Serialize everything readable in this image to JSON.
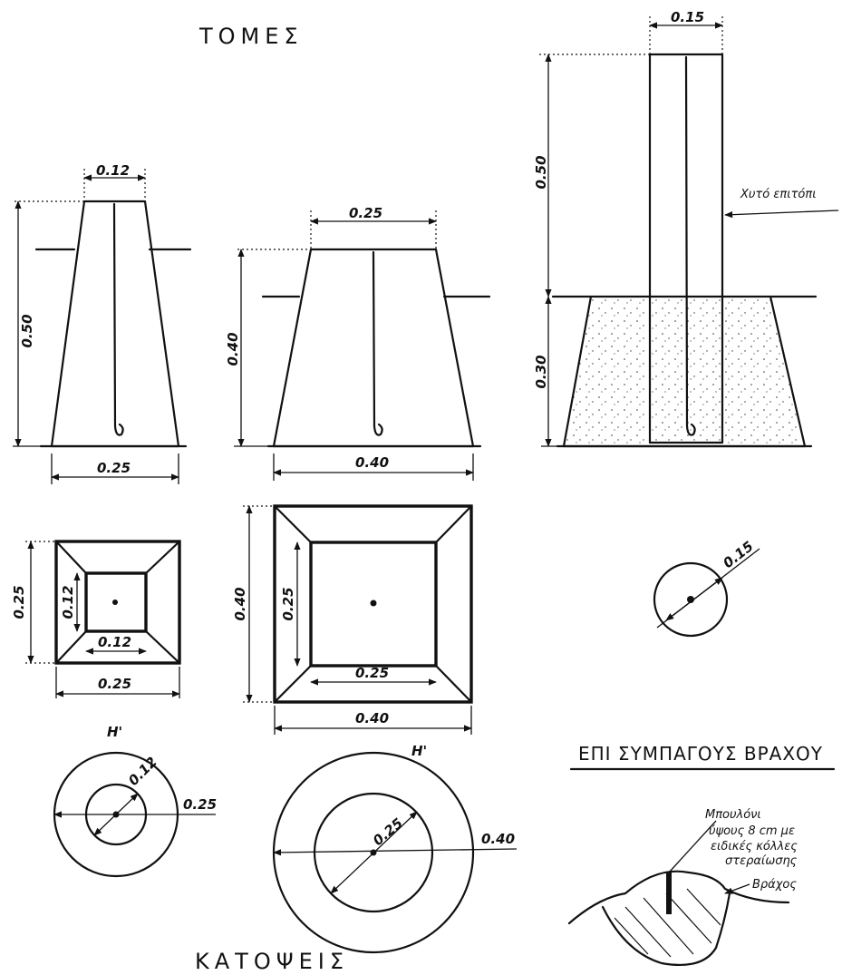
{
  "titles": {
    "sections": "ΤΟΜΕΣ",
    "plans": "ΚΑΤΟΨΕΙΣ",
    "rock": "ΕΠΙ ΣΥΜΠΑΓΟΥΣ ΒΡΑΧΟΥ"
  },
  "section1": {
    "top": "0.12",
    "height": "0.50",
    "bottom": "0.25"
  },
  "section2": {
    "top": "0.25",
    "height": "0.40",
    "bottom": "0.40"
  },
  "section3": {
    "top": "0.15",
    "height_upper": "0.50",
    "height_lower": "0.30",
    "note": "Χυτό επιτόπι"
  },
  "plan1": {
    "outer_side": "0.25",
    "inner_side": "0.12",
    "inner_bottom": "0.12",
    "outer_bottom": "0.25"
  },
  "plan2": {
    "outer_side": "0.40",
    "inner_side": "0.25",
    "inner_bottom": "0.25",
    "outer_bottom": "0.40"
  },
  "circle_small": {
    "diameter": "0.15"
  },
  "alt1": {
    "label": "Η'",
    "inner": "0.12",
    "outer": "0.25"
  },
  "alt2": {
    "label": "Η'",
    "inner": "0.25",
    "outer": "0.40"
  },
  "rock_detail": {
    "bolt": "Μπουλόνι",
    "line2": "ύψους 8 cm με",
    "line3": "ειδικές κόλλες",
    "line4": "στεραίωσης",
    "rock": "Βράχος"
  }
}
